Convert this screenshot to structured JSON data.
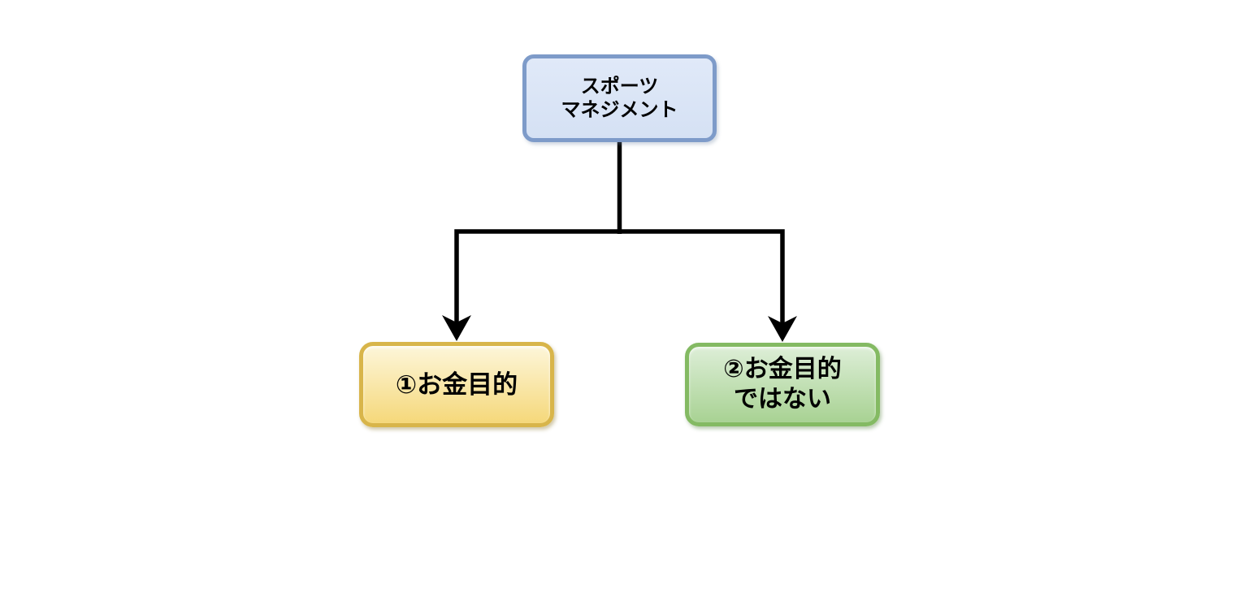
{
  "canvas": {
    "background_color": "#ffffff"
  },
  "diagram": {
    "type": "flowchart-tree",
    "connector_color": "#000000",
    "nodes": {
      "root": {
        "label_line1": "スポーツ",
        "label_line2": "マネジメント",
        "fill_top": "#e0e9f8",
        "fill_bottom": "#d5e1f4",
        "border_color": "#7e9bc9",
        "text_color": "#000000"
      },
      "left": {
        "label": "①お金目的",
        "fill_top": "#fdf6da",
        "fill_bottom": "#f5d87a",
        "border_color": "#d8b54a",
        "text_color": "#000000"
      },
      "right": {
        "label_line1": "②お金目的",
        "label_line2": "ではない",
        "fill_top": "#ddeed7",
        "fill_bottom": "#a8d293",
        "border_color": "#84ba63",
        "text_color": "#000000"
      }
    },
    "edges": [
      {
        "from": "root",
        "to": "left",
        "arrow": true
      },
      {
        "from": "root",
        "to": "right",
        "arrow": true
      }
    ]
  }
}
